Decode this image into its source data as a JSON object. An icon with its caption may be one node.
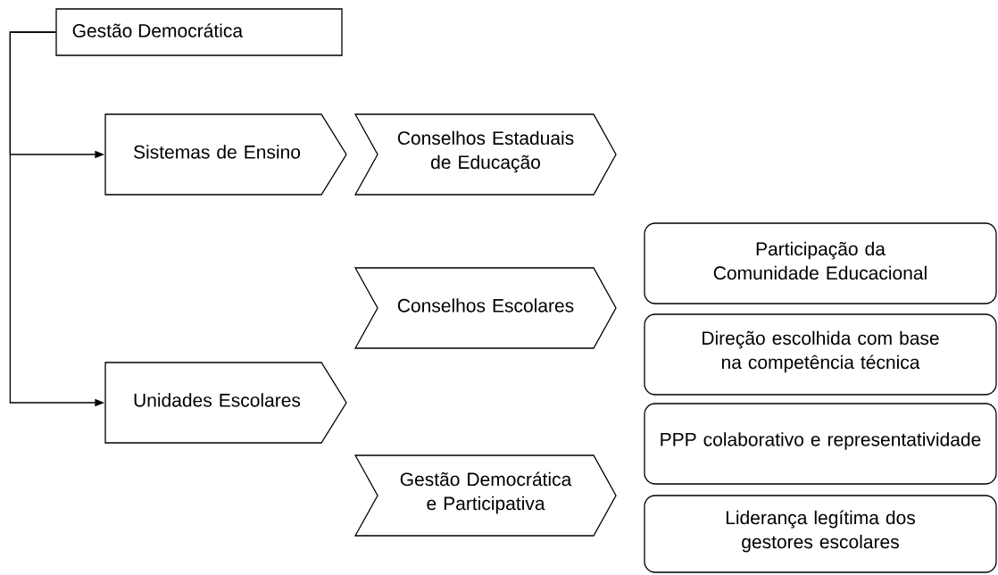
{
  "diagram": {
    "nodes": [
      {
        "text": [
          "Gestão Democrática"
        ]
      },
      {
        "text": [
          "Sistemas de Ensino"
        ]
      },
      {
        "text": [
          "Conselhos Estaduais de Educação"
        ]
      },
      {
        "text": [
          "Conselhos Escolares"
        ]
      },
      {
        "text": [
          "Unidades Escolares"
        ]
      },
      {
        "text": [
          "Gestão Democrática e Participativa"
        ]
      },
      {
        "text": [
          "Participação da Comunidade Educacional"
        ]
      },
      {
        "text": [
          "Direção escolhida com base na competência técnica"
        ]
      },
      {
        "text": [
          "PPP colaborativo e representatividade"
        ]
      },
      {
        "text": [
          "Liderança legítima dos gestores escolares"
        ]
      }
    ],
    "edges": [
      {
        "from": 0,
        "to": 1,
        "arrow": "to"
      },
      {
        "from": 0,
        "to": 4,
        "arrow": "to"
      }
    ]
  }
}
